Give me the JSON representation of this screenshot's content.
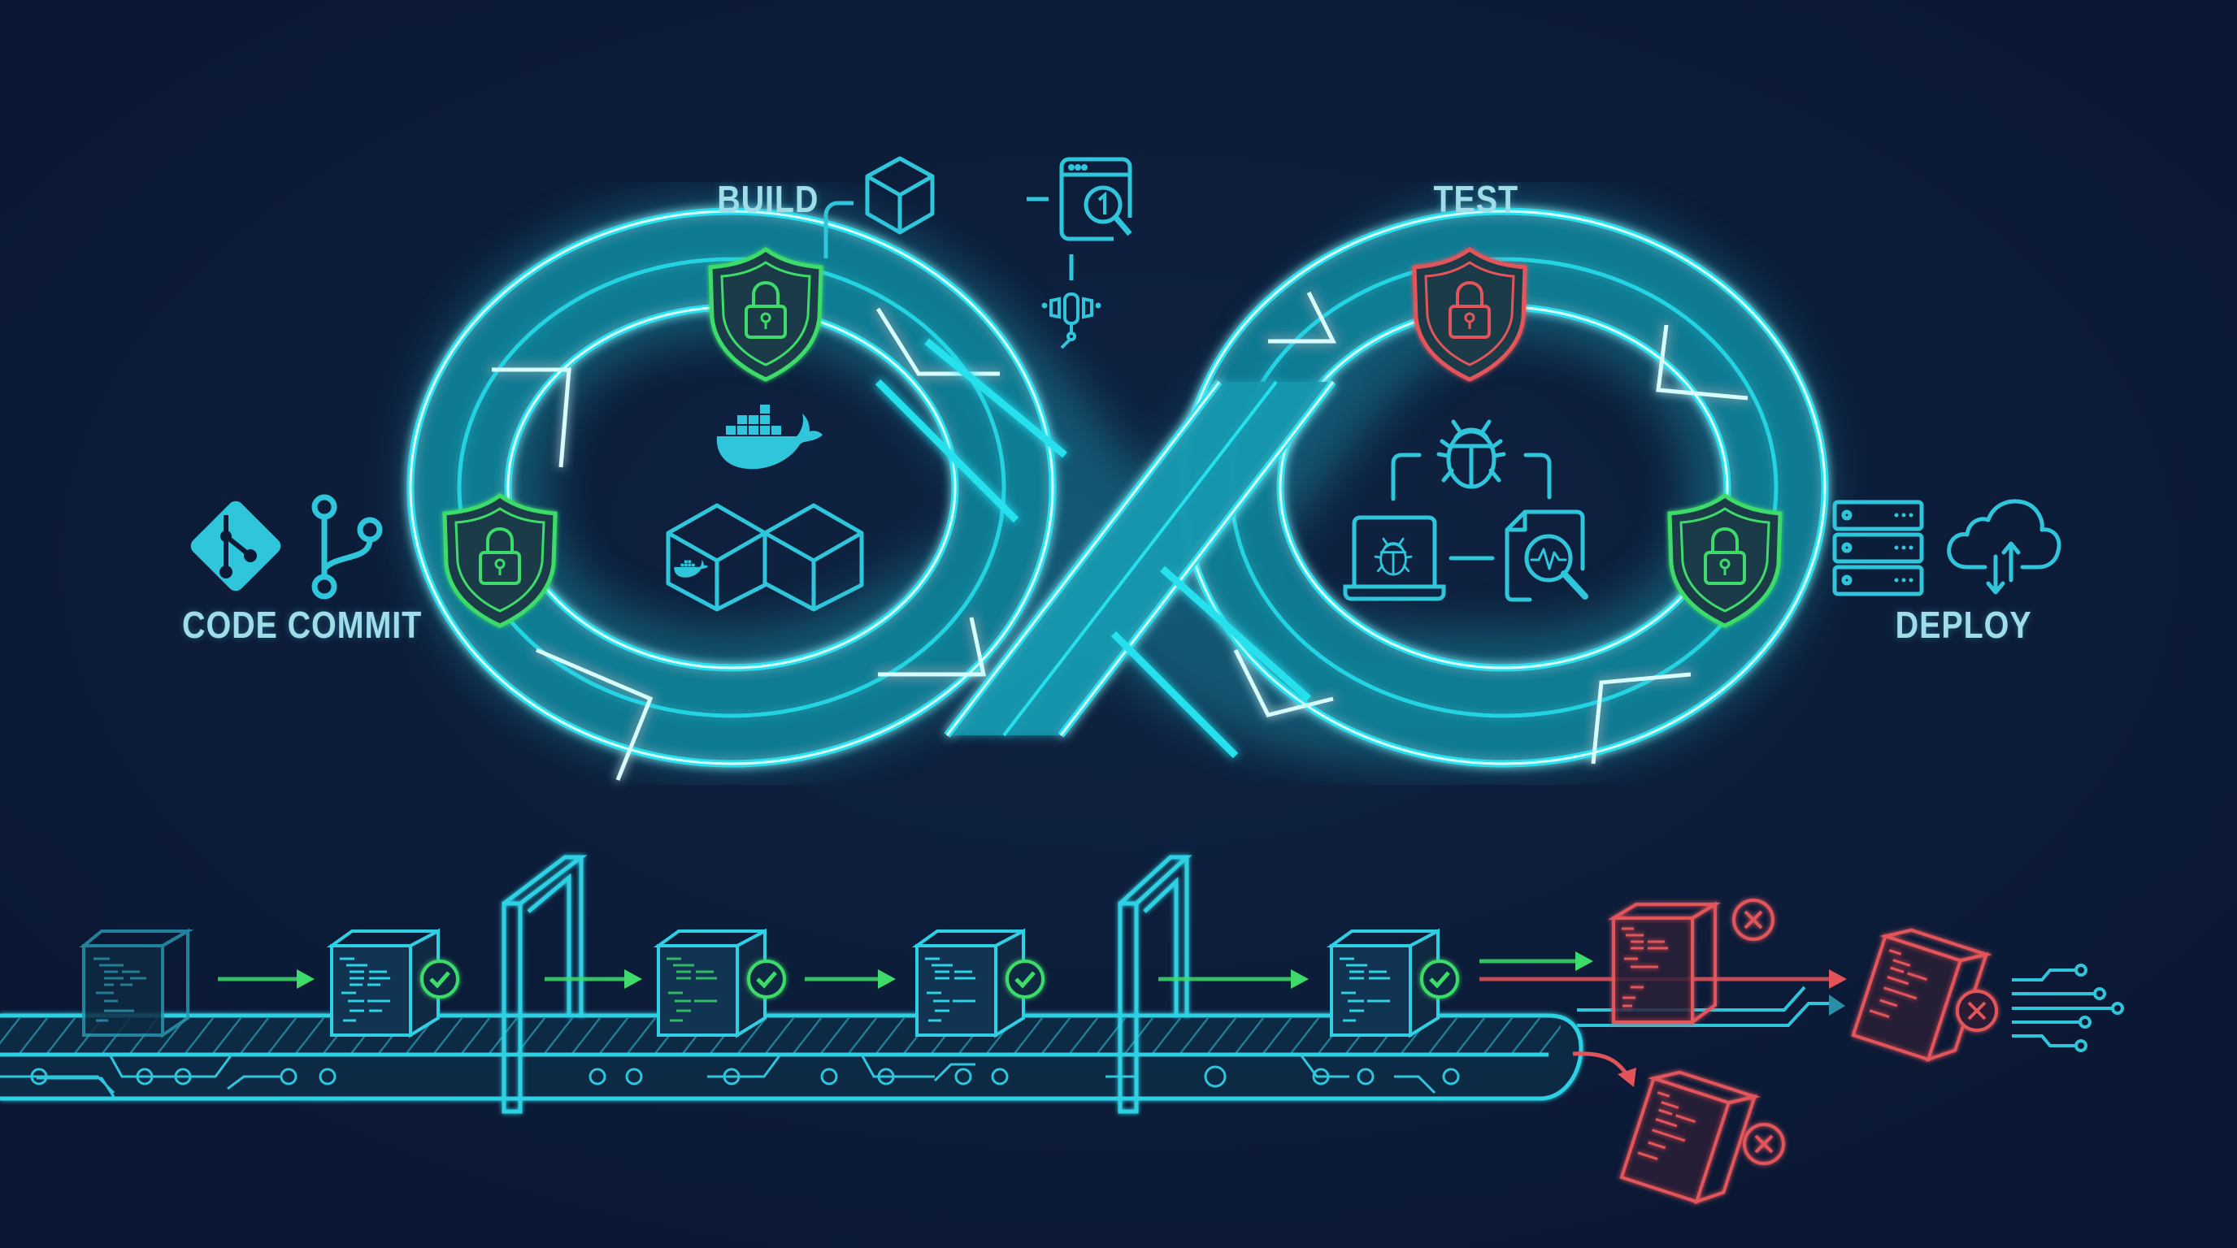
{
  "diagram": {
    "type": "devsecops-pipeline-infinity-loop",
    "colors": {
      "background": "#0b1a36",
      "loop_neon": "#27e0ee",
      "loop_core": "#c8fbff",
      "icon_cyan": "#2fc6dc",
      "pass_green": "#3ddc6a",
      "fail_red": "#e2545a",
      "label_text": "#9fdde9"
    }
  },
  "stages": {
    "code_commit": {
      "label": "CODE COMMIT",
      "icons": [
        "git-icon",
        "git-branch-icon"
      ]
    },
    "build": {
      "label": "BUILD",
      "icons": [
        "package-cube-icon",
        "browser-inspect-icon",
        "robotic-arm-icon",
        "docker-whale-icon",
        "container-cubes-icon"
      ]
    },
    "test": {
      "label": "TEST",
      "icons": [
        "bug-icon",
        "laptop-bug-icon",
        "report-analysis-icon"
      ]
    },
    "deploy": {
      "label": "DEPLOY",
      "icons": [
        "server-rack-icon",
        "cloud-sync-icon"
      ]
    }
  },
  "security_gates": [
    {
      "position": "left-loop-side",
      "status": "pass",
      "color": "#3ddc6a"
    },
    {
      "position": "build-top",
      "status": "pass",
      "color": "#3ddc6a"
    },
    {
      "position": "test-top",
      "status": "fail",
      "color": "#e2545a"
    },
    {
      "position": "right-loop-side",
      "status": "pass",
      "color": "#3ddc6a"
    }
  ],
  "conveyor": {
    "artifacts": [
      {
        "id": 1,
        "status": "pending"
      },
      {
        "id": 2,
        "status": "pass"
      },
      {
        "id": 3,
        "status": "pass"
      },
      {
        "id": 4,
        "status": "pass"
      },
      {
        "id": 5,
        "status": "pass"
      },
      {
        "id": 6,
        "status": "fail"
      },
      {
        "id": 7,
        "status": "fail"
      },
      {
        "id": 8,
        "status": "fail"
      }
    ],
    "gates": 2
  }
}
